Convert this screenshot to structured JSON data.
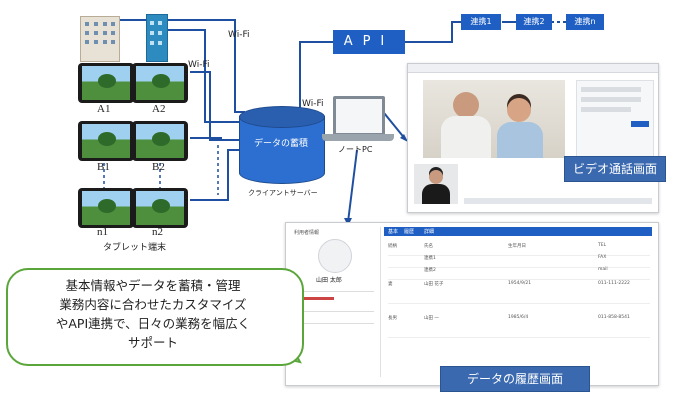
{
  "tablets": [
    "A1",
    "A2",
    "B1",
    "B2",
    "n1",
    "n2"
  ],
  "tablet_caption": "タブレット端末",
  "wifi_labels": [
    "Wi-Fi",
    "Wi-Fi",
    "Wi-Fi"
  ],
  "server": {
    "label": "データの蓄積",
    "caption": "クライアントサーバー"
  },
  "laptop_label": "ノートPC",
  "api_label": "API",
  "links": [
    "連携1",
    "連携2",
    "連携n"
  ],
  "video_call_label": "ビデオ通話画面",
  "history_label": "データの履歴画面",
  "history_panel": {
    "profile_header": "利用者情報",
    "profile_name": "山田 太郎",
    "tabs": [
      "基本",
      "履歴",
      "詳細"
    ],
    "rows": [
      [
        "続柄",
        "氏名",
        "生年月日",
        "TEL"
      ],
      [
        "",
        "連携1",
        "",
        "FAX"
      ],
      [
        "",
        "連携2",
        "",
        "mail"
      ],
      [
        "妻",
        "山田 花子",
        "1954/9/21",
        "011-111-2222"
      ],
      [
        "長男",
        "山田 一",
        "1985/6/4",
        "011-858-8541"
      ]
    ]
  },
  "bubble_lines": [
    "基本情報やデータを蓄積・管理",
    "業務内容に合わせたカスタマイズ",
    "やAPI連携で、日々の業務を幅広く",
    "サポート"
  ],
  "colors": {
    "accent_blue": "#1f5fc4",
    "bubble_border": "#5aa63a"
  }
}
